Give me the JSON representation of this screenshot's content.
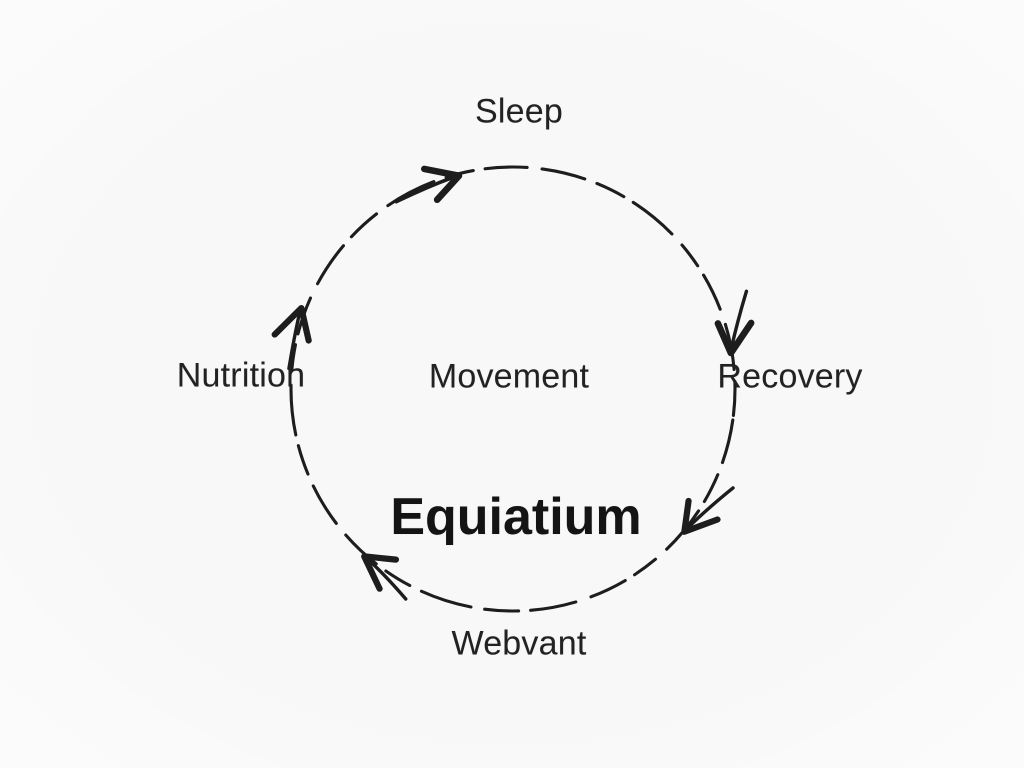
{
  "diagram": {
    "type": "cycle",
    "title": "Equiatium",
    "nodes": {
      "top": {
        "label": "Sleep"
      },
      "right": {
        "label": "Recovery"
      },
      "bottom": {
        "label": "Webvant"
      },
      "left": {
        "label": "Nutrition"
      },
      "center": {
        "label": "Movement"
      }
    },
    "flow": {
      "direction": "clockwise",
      "arrow_count": 5,
      "arrow_positions": [
        "top",
        "upper-left",
        "right",
        "lower-right",
        "lower-left"
      ]
    },
    "style": {
      "circle": "dashed hand-drawn ring",
      "colors": {
        "background": "#f8f8f8",
        "ink": "#1d1d1d"
      }
    }
  }
}
